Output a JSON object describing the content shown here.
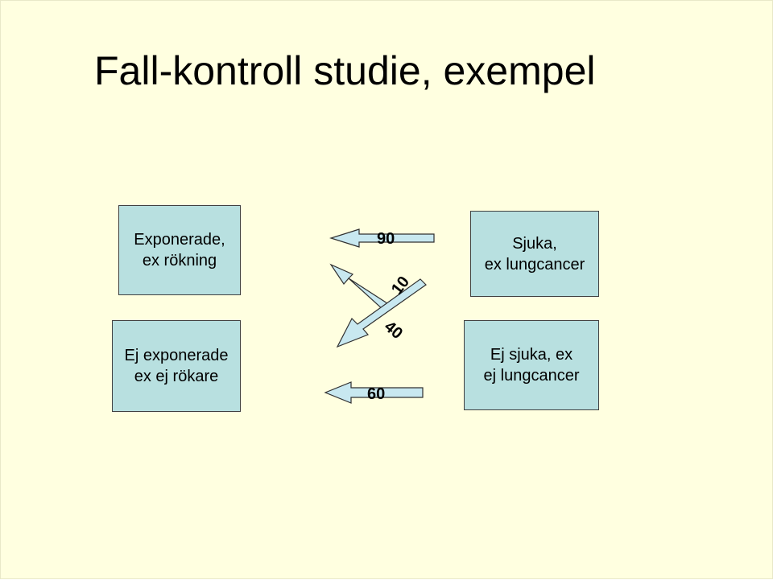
{
  "title": "Fall-kontroll studie, exempel",
  "boxes": {
    "exposed": {
      "line1": "Exponerade,",
      "line2": "ex rökning"
    },
    "unexposed": {
      "line1": "Ej exponerade",
      "line2": "ex ej rökare"
    },
    "sick": {
      "line1": "Sjuka,",
      "line2": "ex lungcancer"
    },
    "not_sick": {
      "line1": "Ej sjuka, ex",
      "line2": "ej lungcancer"
    }
  },
  "arrows": {
    "sick_to_exposed": "90",
    "sick_to_unexposed": "10",
    "notsick_to_exposed": "40",
    "notsick_to_unexposed": "60"
  },
  "colors": {
    "background": "#ffffe0",
    "box_fill": "#b8e0e0",
    "arrow_fill": "#c8e8f0"
  }
}
